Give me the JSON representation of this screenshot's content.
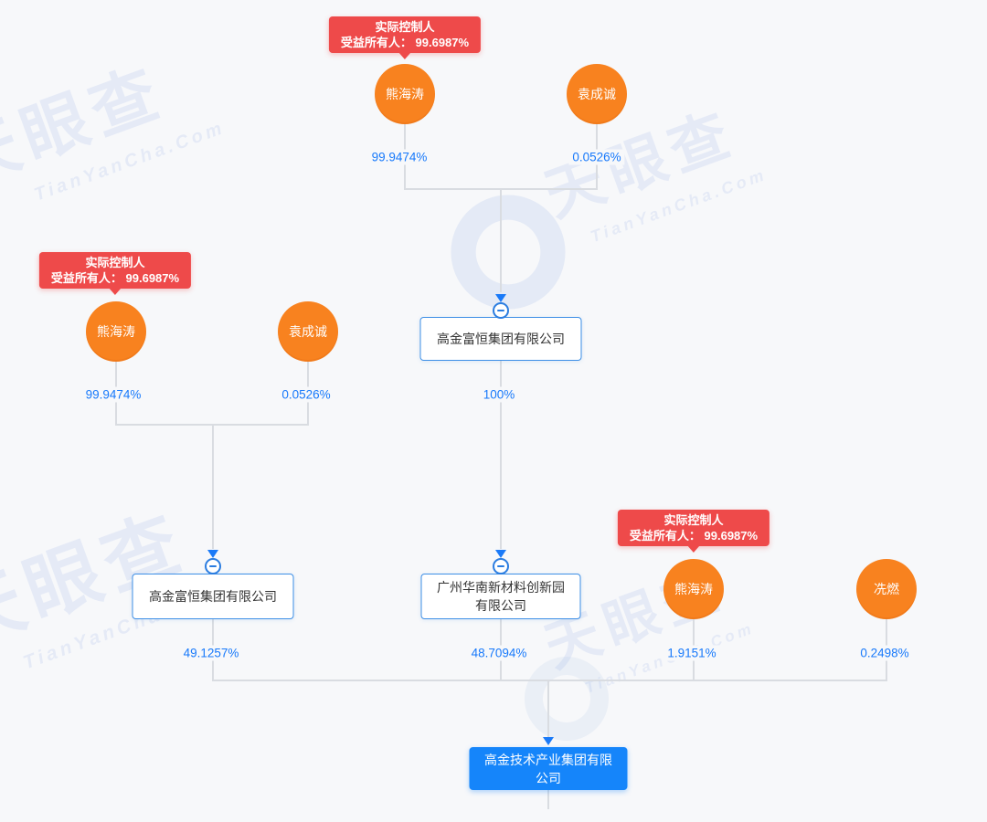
{
  "watermark": {
    "brand": "天眼查",
    "domain": "TianYanCha.Com"
  },
  "badges": {
    "top": {
      "title": "实际控制人",
      "subtitle": "受益所有人： 99.6987%"
    },
    "left": {
      "title": "实际控制人",
      "subtitle": "受益所有人： 99.6987%"
    },
    "right": {
      "title": "实际控制人",
      "subtitle": "受益所有人： 99.6987%"
    }
  },
  "persons": {
    "top1": {
      "name": "熊海涛",
      "share": "99.9474%"
    },
    "top2": {
      "name": "袁成诚",
      "share": "0.0526%"
    },
    "left1": {
      "name": "熊海涛",
      "share": "99.9474%"
    },
    "left2": {
      "name": "袁成诚",
      "share": "0.0526%"
    },
    "right1": {
      "name": "熊海涛",
      "share": "1.9151%"
    },
    "right2": {
      "name": "冼燃",
      "share": "0.2498%"
    }
  },
  "companies": {
    "holding_top": {
      "name": "高金富恒集团有限公司",
      "share": "100%"
    },
    "holding_left": {
      "name": "高金富恒集团有限公司",
      "share": "49.1257%"
    },
    "innovation": {
      "name": "广州华南新材料创新园有限公司",
      "share": "48.7094%"
    },
    "root": {
      "name": "高金技术产业集团有限公司"
    }
  },
  "colors": {
    "accent_blue": "#1779fb",
    "node_orange": "#f8821f",
    "badge_red": "#ee4a4a",
    "box_border_blue": "#3e8fe6",
    "root_box_blue": "#1585fa",
    "line_gray": "#d9dce1"
  }
}
